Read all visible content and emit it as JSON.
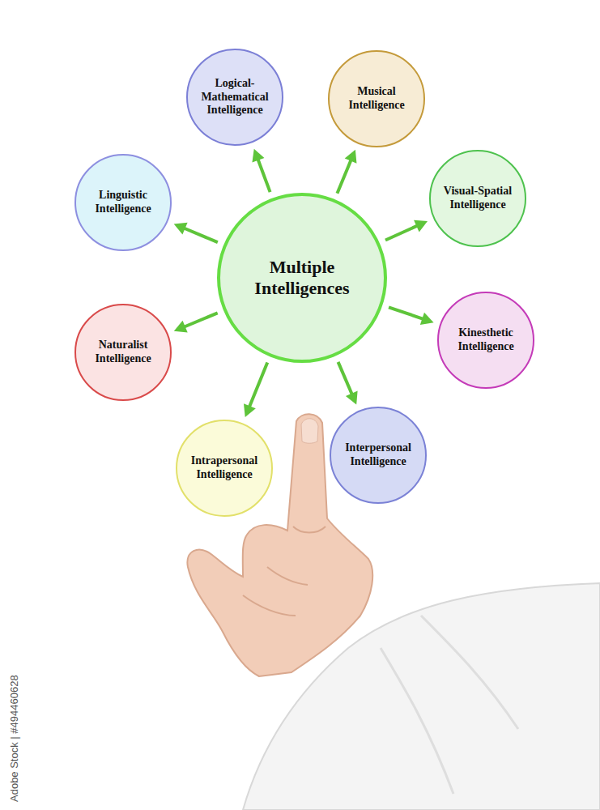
{
  "diagram": {
    "nodes": [
      {
        "text": [
          "Multiple Intelligences"
        ]
      },
      {
        "text": [
          "Logical-Mathematical Intelligence"
        ]
      },
      {
        "text": [
          "Musical Intelligence"
        ]
      },
      {
        "text": [
          "Visual-Spatial Intelligence"
        ]
      },
      {
        "text": [
          "Kinesthetic Intelligence"
        ]
      },
      {
        "text": [
          "Interpersonal Intelligence"
        ]
      },
      {
        "text": [
          "Intrapersonal Intelligence"
        ]
      },
      {
        "text": [
          "Naturalist Intelligence"
        ]
      },
      {
        "text": [
          "Linguistic Intelligence"
        ]
      }
    ],
    "edges": [
      {
        "from": 0,
        "to": 1,
        "arrow": "to"
      },
      {
        "from": 0,
        "to": 2,
        "arrow": "to"
      },
      {
        "from": 0,
        "to": 3,
        "arrow": "to"
      },
      {
        "from": 0,
        "to": 4,
        "arrow": "to"
      },
      {
        "from": 0,
        "to": 5,
        "arrow": "to"
      },
      {
        "from": 0,
        "to": 6,
        "arrow": "to"
      },
      {
        "from": 0,
        "to": 7,
        "arrow": "to"
      },
      {
        "from": 0,
        "to": 8,
        "arrow": "to"
      }
    ],
    "labels": [
      "Adobe Stock | #494460628"
    ]
  }
}
